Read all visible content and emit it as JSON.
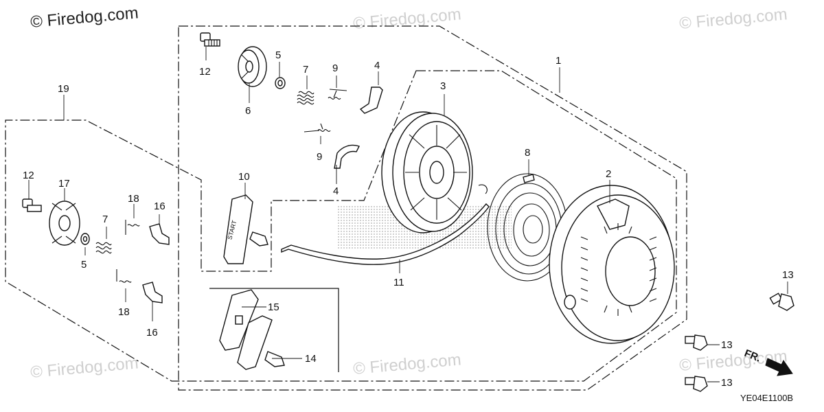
{
  "watermarks": {
    "top_left": "© Firedog.com",
    "faint": "© Firedog.com"
  },
  "diagram_code": "YE04E1100B",
  "direction_label": "FR.",
  "callouts": {
    "c1": "1",
    "c2": "2",
    "c3": "3",
    "c4a": "4",
    "c4b": "4",
    "c5a": "5",
    "c5b": "5",
    "c6": "6",
    "c7a": "7",
    "c7b": "7",
    "c8": "8",
    "c9a": "9",
    "c9b": "9",
    "c10": "10",
    "c11": "11",
    "c12a": "12",
    "c12b": "12",
    "c13a": "13",
    "c13b": "13",
    "c13c": "13",
    "c14": "14",
    "c15": "15",
    "c16a": "16",
    "c16b": "16",
    "c17": "17",
    "c18a": "18",
    "c18b": "18",
    "c19": "19"
  },
  "grip_text": "START"
}
